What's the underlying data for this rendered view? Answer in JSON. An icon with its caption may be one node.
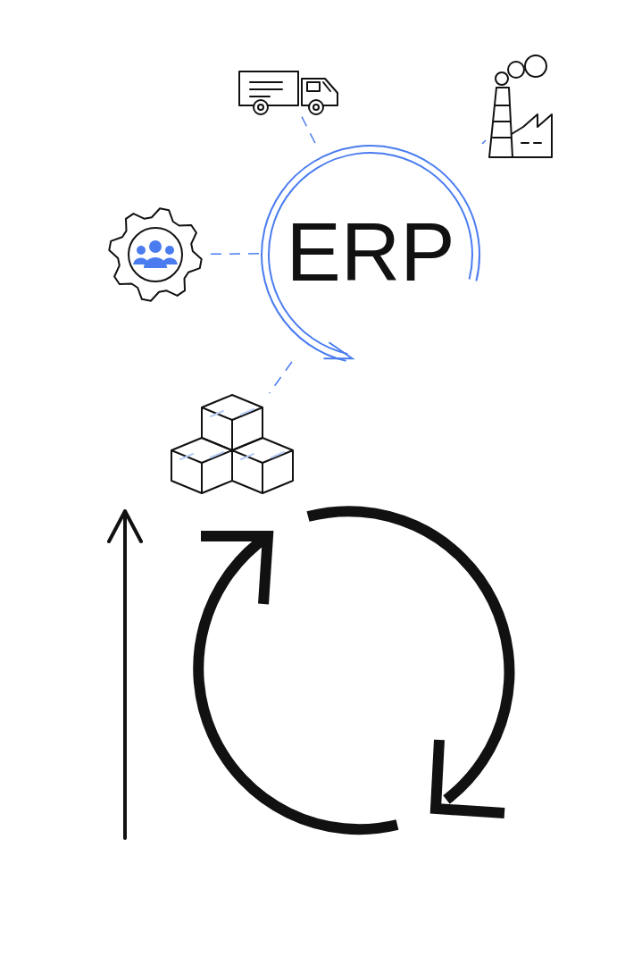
{
  "diagram": {
    "nodes": [
      {
        "text": [
          "ERP"
        ]
      },
      {
        "text": [],
        "shape": "picture"
      },
      {
        "text": [],
        "shape": "picture"
      },
      {
        "text": [],
        "shape": "picture"
      },
      {
        "text": [],
        "shape": "picture"
      }
    ],
    "edges": [
      {
        "from": 0,
        "to": 1,
        "arrow": "none",
        "style": "dashed"
      },
      {
        "from": 0,
        "to": 2,
        "arrow": "none",
        "style": "dashed"
      },
      {
        "from": 0,
        "to": 3,
        "arrow": "none",
        "style": "dashed"
      },
      {
        "from": 0,
        "to": 4,
        "arrow": "none",
        "style": "dashed"
      }
    ]
  }
}
